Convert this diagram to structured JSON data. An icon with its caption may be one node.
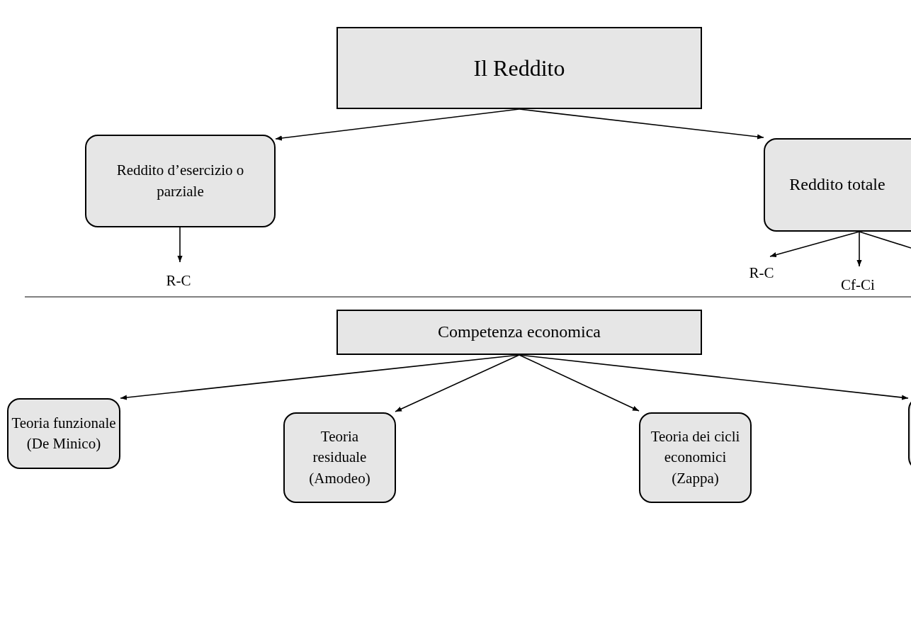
{
  "diagram": {
    "nodes": [
      {
        "text": [
          "Il Reddito"
        ]
      },
      {
        "text": [
          "Reddito d’esercizio o parziale"
        ]
      },
      {
        "text": [
          "Reddito totale"
        ]
      },
      {
        "text": [
          "R-C"
        ]
      },
      {
        "text": [
          "R-C"
        ]
      },
      {
        "text": [
          "Cf-Ci"
        ]
      },
      {
        "text": [
          "Competenza economica"
        ]
      },
      {
        "text": [
          "Teoria funzionale (De Minico)"
        ]
      },
      {
        "text": [
          "Teoria residuale (Amodeo)"
        ]
      },
      {
        "text": [
          "Teoria dei cicli economici (Zappa)"
        ]
      },
      {
        "text": [],
        "shape": "box"
      }
    ],
    "edges": [
      {
        "from": 0,
        "to": 1,
        "arrow": "to"
      },
      {
        "from": 0,
        "to": 2,
        "arrow": "to"
      },
      {
        "from": 1,
        "to": 3,
        "arrow": "to"
      },
      {
        "from": 2,
        "to": 4,
        "arrow": "to"
      },
      {
        "from": 2,
        "to": 5,
        "arrow": "to"
      },
      {
        "from": 2,
        "to": null,
        "arrow": "none"
      },
      {
        "from": 6,
        "to": 7,
        "arrow": "to"
      },
      {
        "from": 6,
        "to": 8,
        "arrow": "to"
      },
      {
        "from": 6,
        "to": 9,
        "arrow": "to"
      },
      {
        "from": 6,
        "to": 10,
        "arrow": "to"
      }
    ]
  }
}
